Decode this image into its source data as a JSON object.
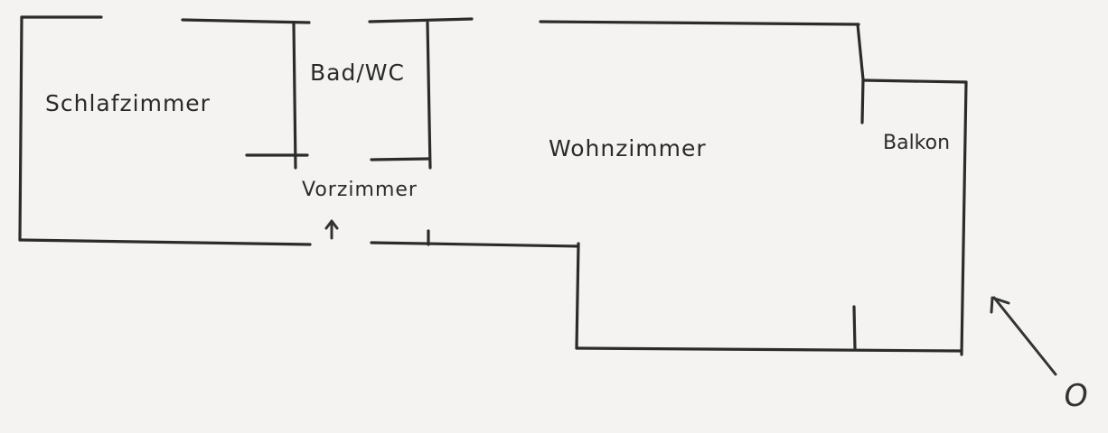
{
  "diagram": {
    "type": "hand-drawn floor plan",
    "rooms": [
      {
        "id": "schlafzimmer",
        "label": "Schlafzimmer"
      },
      {
        "id": "bad",
        "label": "Bad/WC"
      },
      {
        "id": "vorzimmer",
        "label": "Vorzimmer"
      },
      {
        "id": "wohnzimmer",
        "label": "Wohnzimmer"
      },
      {
        "id": "balkon",
        "label": "Balkon"
      }
    ],
    "entrance_arrow": "up-arrow",
    "orientation": {
      "label": "O",
      "arrow": "arrow-pointing-northwest"
    },
    "colors": {
      "ink": "#2b2b2b",
      "paper": "#f4f3f1"
    }
  }
}
